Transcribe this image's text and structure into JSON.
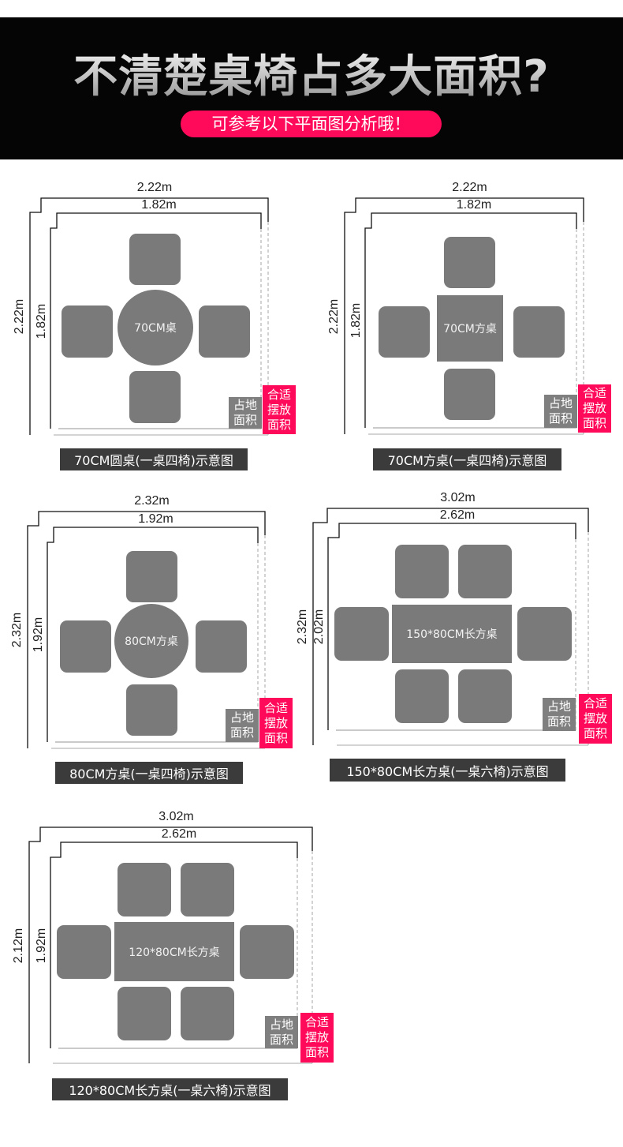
{
  "header": {
    "title": "不清楚桌椅占多大面积?",
    "subtitle": "可参考以下平面图分析哦！"
  },
  "colors": {
    "accent": "#ff0a5a",
    "furniture": "#7a7a7a",
    "banner": "#050505",
    "caption_bg": "#3b3b3b"
  },
  "diagrams": [
    {
      "outer_width": "2.22m",
      "inner_width": "1.82m",
      "outer_height": "2.22m",
      "inner_height": "1.82m",
      "table_label": "70CM桌",
      "table_shape": "round",
      "seats": 4,
      "footprint_tag": "占地\n面积",
      "fit_tag": "合适\n摆放\n面积",
      "caption": "70CM圆桌(一桌四椅)示意图"
    },
    {
      "outer_width": "2.22m",
      "inner_width": "1.82m",
      "outer_height": "2.22m",
      "inner_height": "1.82m",
      "table_label": "70CM方桌",
      "table_shape": "square",
      "seats": 4,
      "footprint_tag": "占地\n面积",
      "fit_tag": "合适\n摆放\n面积",
      "caption": "70CM方桌(一桌四椅)示意图"
    },
    {
      "outer_width": "2.32m",
      "inner_width": "1.92m",
      "outer_height": "2.32m",
      "inner_height": "1.92m",
      "table_label": "80CM方桌",
      "table_shape": "round",
      "seats": 4,
      "footprint_tag": "占地\n面积",
      "fit_tag": "合适\n摆放\n面积",
      "caption": "80CM方桌(一桌四椅)示意图"
    },
    {
      "outer_width": "3.02m",
      "inner_width": "2.62m",
      "outer_height": "2.32m",
      "inner_height": "2.02m",
      "table_label": "150*80CM长方桌",
      "table_shape": "rect",
      "seats": 6,
      "footprint_tag": "占地\n面积",
      "fit_tag": "合适\n摆放\n面积",
      "caption": "150*80CM长方桌(一桌六椅)示意图"
    },
    {
      "outer_width": "3.02m",
      "inner_width": "2.62m",
      "outer_height": "2.12m",
      "inner_height": "1.92m",
      "table_label": "120*80CM长方桌",
      "table_shape": "rect",
      "seats": 6,
      "footprint_tag": "占地\n面积",
      "fit_tag": "合适\n摆放\n面积",
      "caption": "120*80CM长方桌(一桌六椅)示意图"
    }
  ]
}
